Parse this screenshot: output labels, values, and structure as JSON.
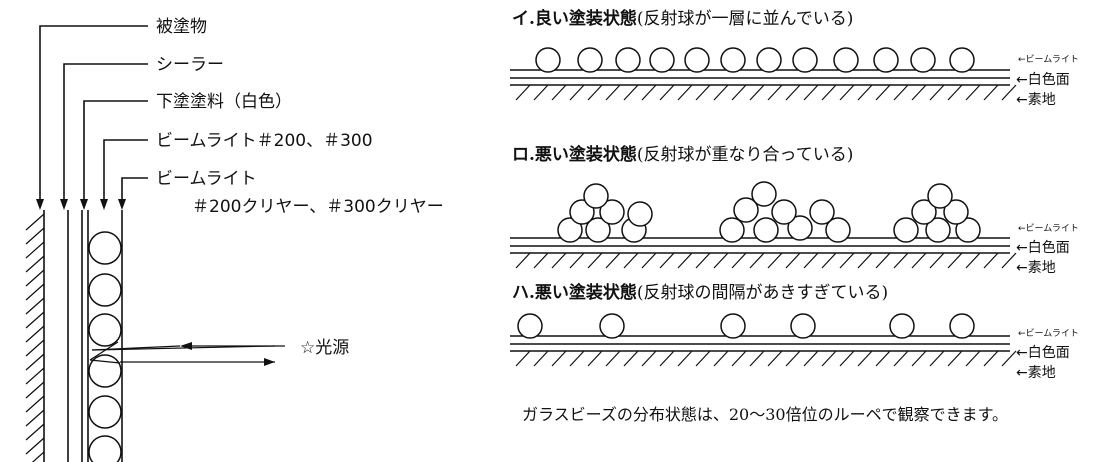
{
  "left_diagram": {
    "labels": [
      "被塗物",
      "シーラー",
      "下塗塗料（白色）",
      "ビームライト＃200、＃300",
      "ビームライト",
      "＃200クリヤー、＃300クリヤー"
    ],
    "light_source": "☆光源"
  },
  "right_diagram": {
    "panels": [
      {
        "prefix": "イ.",
        "bold": "良い塗装状態",
        "paren": "(反射球が一層に並んでいる)"
      },
      {
        "prefix": "ロ.",
        "bold": "悪い塗装状態",
        "paren": "(反射球が重なり合っている)"
      },
      {
        "prefix": "ハ.",
        "bold": "悪い塗装状態",
        "paren": "(反射球の間隔があきすぎている)"
      }
    ],
    "side_labels": {
      "beam": "←ビームライト",
      "white": "←白色面",
      "base": "←素地"
    },
    "footer": "ガラスビーズの分布状態は、20～30倍位のルーペで観察できます。"
  }
}
